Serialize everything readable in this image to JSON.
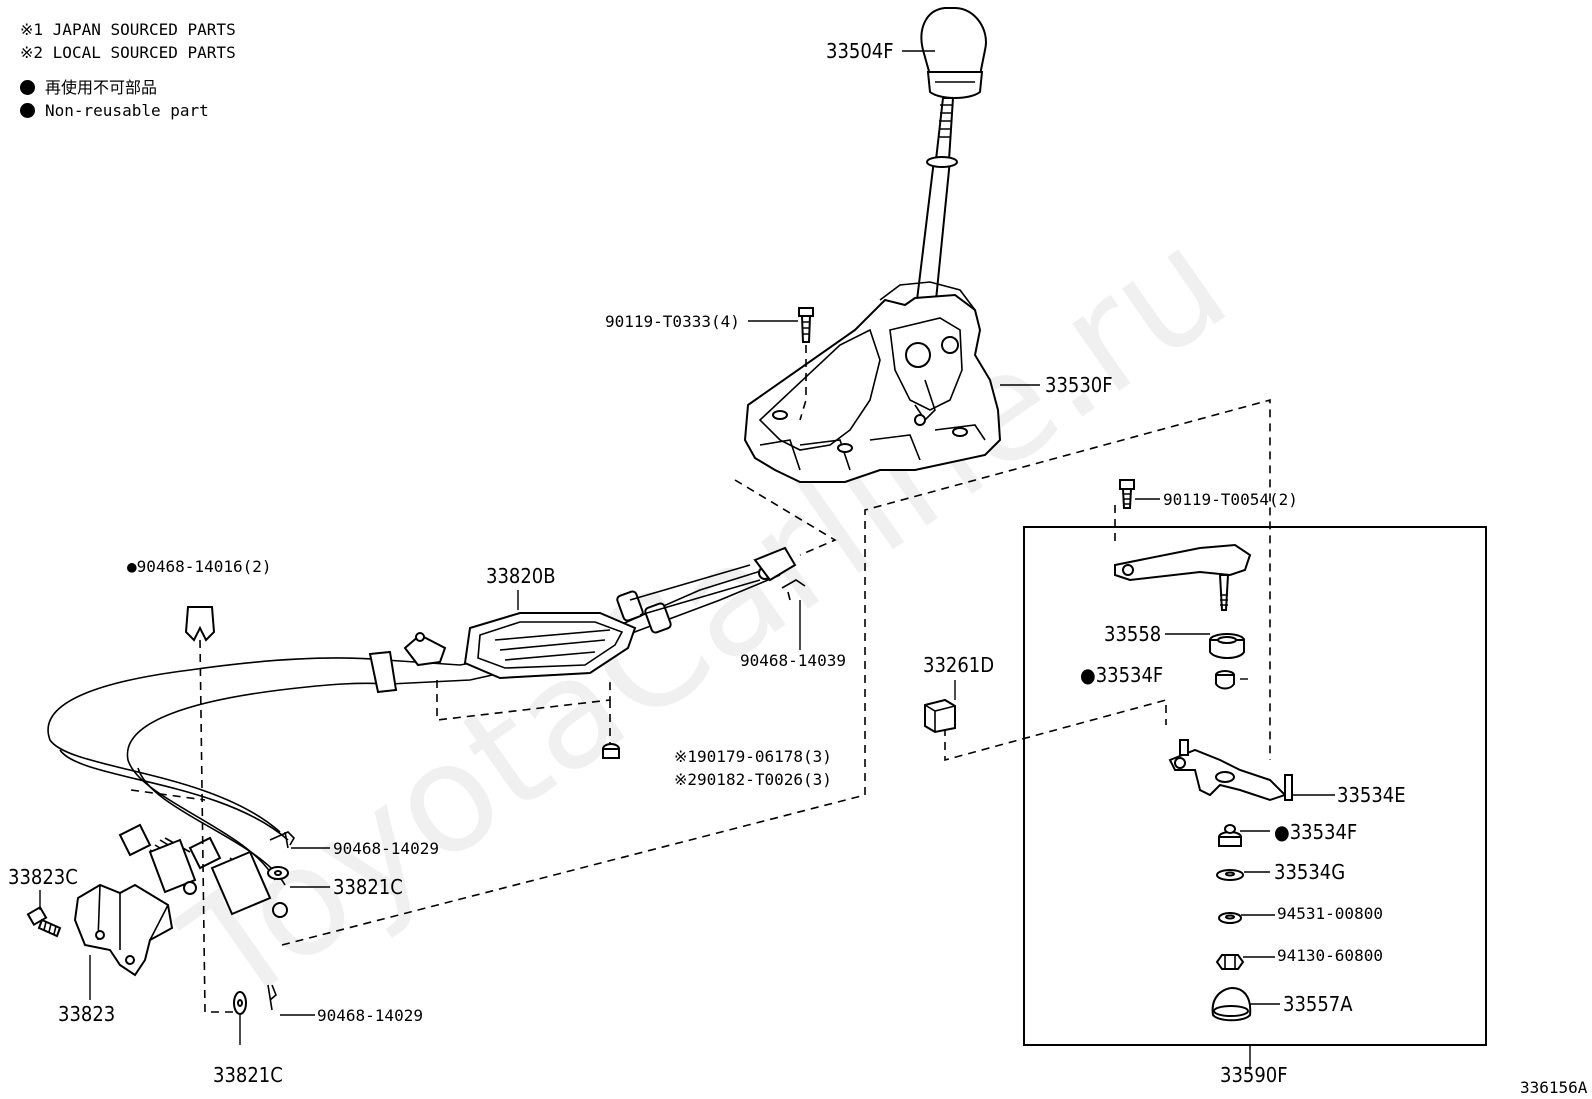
{
  "legend": {
    "japan": "※1 JAPAN SOURCED PARTS",
    "local": "※2 LOCAL SOURCED PARTS",
    "nonreusable_jp": "再使用不可部品",
    "nonreusable_en": "Non-reusable part"
  },
  "watermark": "ToyotaCarline.ru",
  "figure_id": "336156A",
  "labels": {
    "knob": "33504F",
    "bolt_4": "90119-T0333(4)",
    "shift_lever": "33530F",
    "bolt_2": "90119-T0054(2)",
    "clip_left": "●90468-14016(2)",
    "cable": "33820B",
    "clip_right": "90468-14039",
    "nut_1": "※190179-06178(3)",
    "nut_2": "※290182-T0026(3)",
    "bushing": "33261D",
    "p33558": "33558",
    "p33534F_a": "●33534F",
    "p33534E": "33534E",
    "p33534F_b": "●33534F",
    "p33534G": "33534G",
    "p94531": "94531-00800",
    "p94130": "94130-60800",
    "p33557A": "33557A",
    "p33590F": "33590F",
    "clip_mid": "90468-14029",
    "washer_mid": "33821C",
    "clip_low": "90468-14029",
    "washer_low": "33821C",
    "bolt_bracket": "33823C",
    "bracket": "33823"
  }
}
